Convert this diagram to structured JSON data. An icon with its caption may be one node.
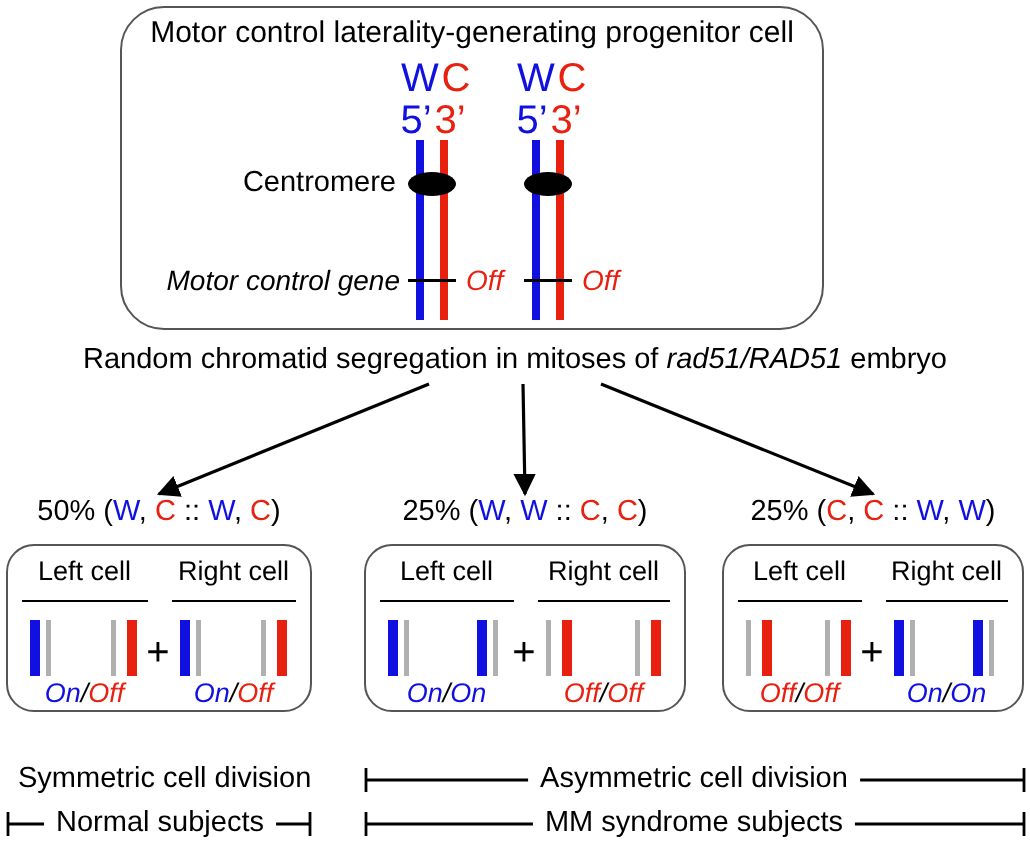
{
  "diagram": {
    "nodes": [
      {
        "text": [
          "Motor control laterality-generating progenitor cell"
        ]
      },
      {
        "text": [
          "Random chromatid segregation in mitoses of *rad51/RAD51* embryo"
        ]
      },
      {
        "text": [
          "50% (W, C :: W, C)",
          "Left cell",
          "Right cell",
          "On/Off",
          "On/Off"
        ]
      },
      {
        "text": [
          "25% (W, W :: C, C)",
          "Left cell",
          "Right cell",
          "On/On",
          "Off/Off"
        ]
      },
      {
        "text": [
          "25% (C, C :: W, W)",
          "Left cell",
          "Right cell",
          "Off/Off",
          "On/On"
        ]
      }
    ],
    "edges": [
      {
        "from": 1,
        "to": 2,
        "arrow": "to"
      },
      {
        "from": 1,
        "to": 3,
        "arrow": "to"
      },
      {
        "from": 1,
        "to": 4,
        "arrow": "to"
      }
    ],
    "labels": [
      "W",
      "C",
      "W",
      "C",
      "5’",
      "3’",
      "5’",
      "3’",
      "Centromere",
      "Motor control gene",
      "Off",
      "Off",
      "+",
      "+",
      "+",
      "Symmetric cell division",
      "Asymmetric cell division",
      "Normal subjects",
      "MM syndrome subjects"
    ]
  }
}
